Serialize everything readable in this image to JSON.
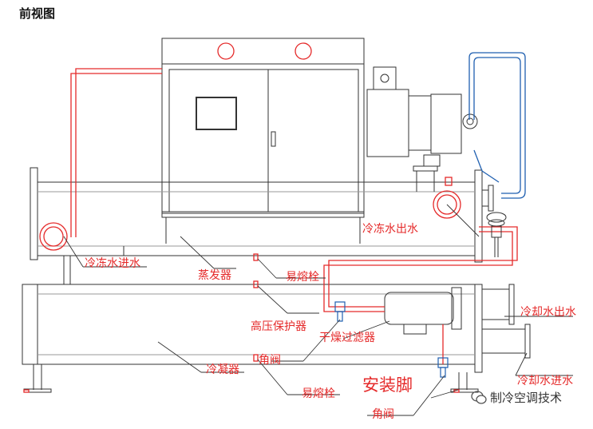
{
  "title": "前视图",
  "labels": {
    "chilled_in": "冷冻水进水",
    "chilled_out": "冷冻水出水",
    "evaporator": "蒸发器",
    "fusible_plug_top": "易熔栓",
    "high_pressure": "高压保护器",
    "dryer_filter": "干燥过滤器",
    "angle_valve_1": "角阀",
    "condenser": "冷凝器",
    "fusible_plug_bottom": "易熔栓",
    "mounting_foot": "安装脚",
    "angle_valve_2": "角阀",
    "cooling_out": "冷却水出水",
    "cooling_in": "冷却水进水"
  },
  "watermark": "制冷空调技术",
  "colors": {
    "red": "#e52a2a",
    "blue": "#1f5fb0",
    "line": "#333333"
  }
}
